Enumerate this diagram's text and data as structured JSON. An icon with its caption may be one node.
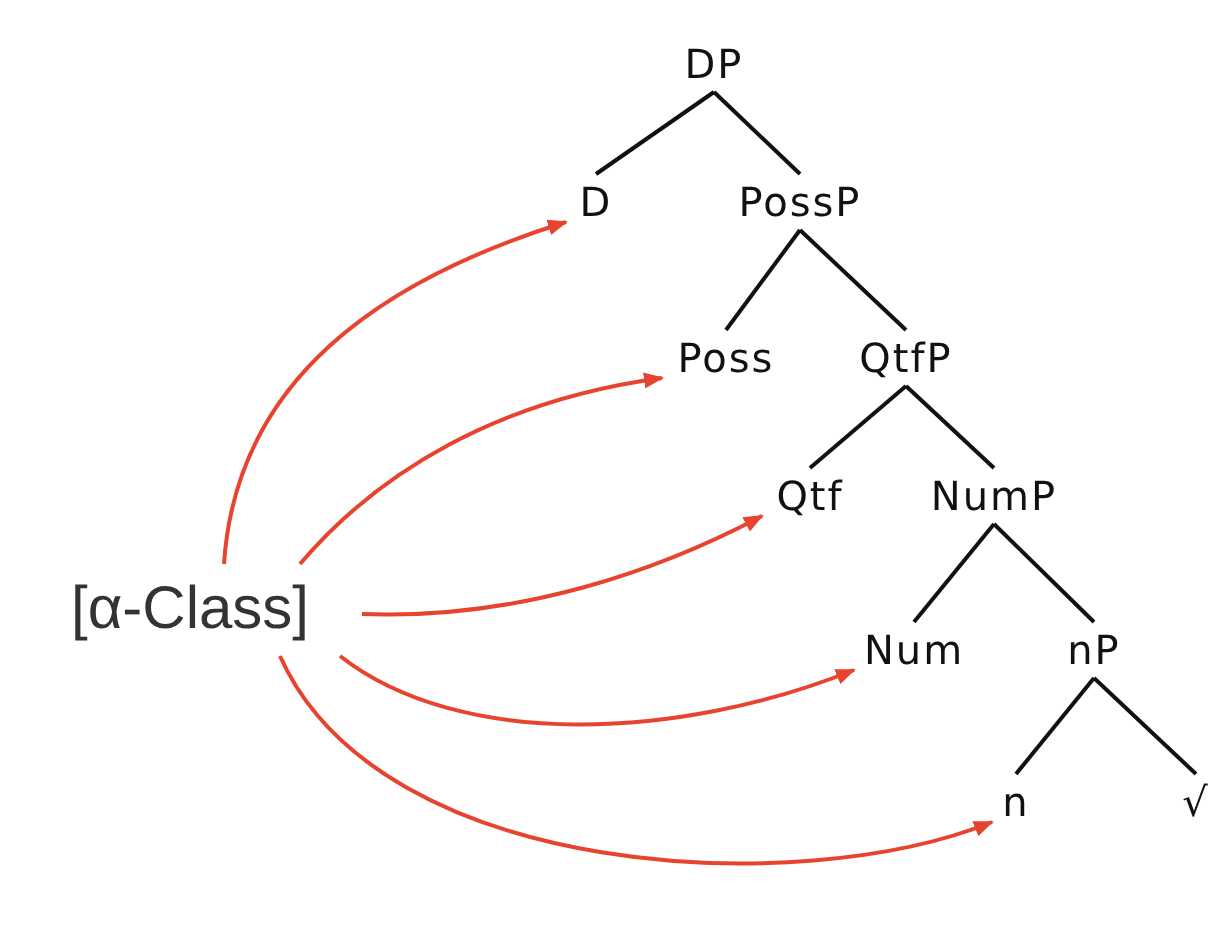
{
  "diagram": {
    "nodes": [
      {
        "text": [
          "DP"
        ]
      },
      {
        "text": [
          "D"
        ]
      },
      {
        "text": [
          "PossP"
        ]
      },
      {
        "text": [
          "Poss"
        ]
      },
      {
        "text": [
          "QtfP"
        ]
      },
      {
        "text": [
          "Qtf"
        ]
      },
      {
        "text": [
          "NumP"
        ]
      },
      {
        "text": [
          "Num"
        ]
      },
      {
        "text": [
          "nP"
        ]
      },
      {
        "text": [
          "n"
        ]
      },
      {
        "text": [
          "√"
        ]
      },
      {
        "text": [
          "[α-Class]"
        ]
      }
    ],
    "edges": [
      {
        "from": 0,
        "to": 1,
        "arrow": "none"
      },
      {
        "from": 0,
        "to": 2,
        "arrow": "none"
      },
      {
        "from": 2,
        "to": 3,
        "arrow": "none"
      },
      {
        "from": 2,
        "to": 4,
        "arrow": "none"
      },
      {
        "from": 4,
        "to": 5,
        "arrow": "none"
      },
      {
        "from": 4,
        "to": 6,
        "arrow": "none"
      },
      {
        "from": 6,
        "to": 7,
        "arrow": "none"
      },
      {
        "from": 6,
        "to": 8,
        "arrow": "none"
      },
      {
        "from": 8,
        "to": 9,
        "arrow": "none"
      },
      {
        "from": 8,
        "to": 10,
        "arrow": "none"
      },
      {
        "from": 11,
        "to": 1,
        "arrow": "to",
        "color": "#e8432f"
      },
      {
        "from": 11,
        "to": 3,
        "arrow": "to",
        "color": "#e8432f"
      },
      {
        "from": 11,
        "to": 5,
        "arrow": "to",
        "color": "#e8432f"
      },
      {
        "from": 11,
        "to": 7,
        "arrow": "to",
        "color": "#e8432f"
      },
      {
        "from": 11,
        "to": 9,
        "arrow": "to",
        "color": "#e8432f"
      }
    ]
  }
}
